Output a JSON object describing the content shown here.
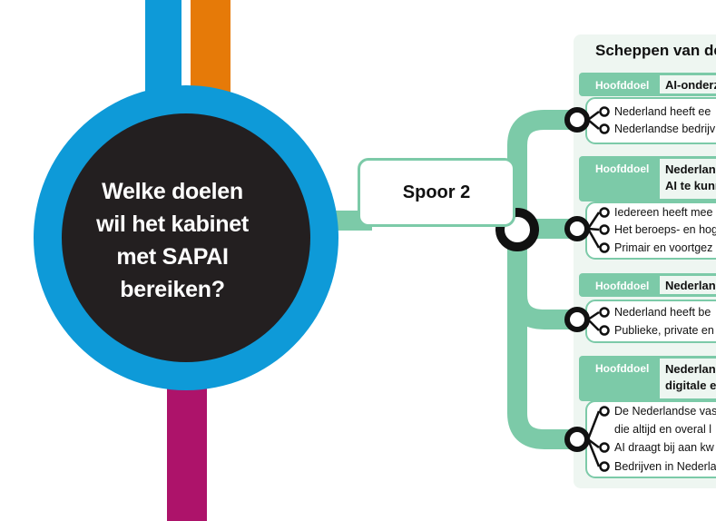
{
  "hub": {
    "lines": [
      "Welke doelen",
      "wil het kabinet",
      "met SAPAI",
      "bereiken?"
    ]
  },
  "spoor_label": "Spoor 2",
  "panel": {
    "title": "Scheppen van de",
    "goals": [
      {
        "label": "Hoofddoel",
        "title_lines": [
          "AI-onderz"
        ],
        "subgoals": [
          [
            "Nederland heeft ee"
          ],
          [
            "Nederlandse bedrijv"
          ]
        ]
      },
      {
        "label": "Hoofddoel",
        "title_lines": [
          "Nederland",
          "AI te kunn"
        ],
        "subgoals": [
          [
            "Iedereen heeft mee"
          ],
          [
            "Het beroeps- en hog"
          ],
          [
            "Primair en voortgez"
          ]
        ]
      },
      {
        "label": "Hoofddoel",
        "title_lines": [
          "Nederlan"
        ],
        "subgoals": [
          [
            "Nederland heeft be"
          ],
          [
            "Publieke, private en"
          ]
        ]
      },
      {
        "label": "Hoofddoel",
        "title_lines": [
          "Nederland",
          "digitale e"
        ],
        "subgoals": [
          [
            "De Nederlandse vas",
            "die altijd en overal l"
          ],
          [
            "AI draagt bij aan kw"
          ],
          [
            "Bedrijven in Nederla"
          ]
        ]
      }
    ]
  },
  "colors": {
    "hub_blue": "#0e9ad8",
    "top_orange": "#e67a08",
    "bottom_magenta": "#ad136a",
    "teal": "#7ccaa8",
    "panel_bg": "#eef6f1",
    "hub_center": "#231f20"
  }
}
